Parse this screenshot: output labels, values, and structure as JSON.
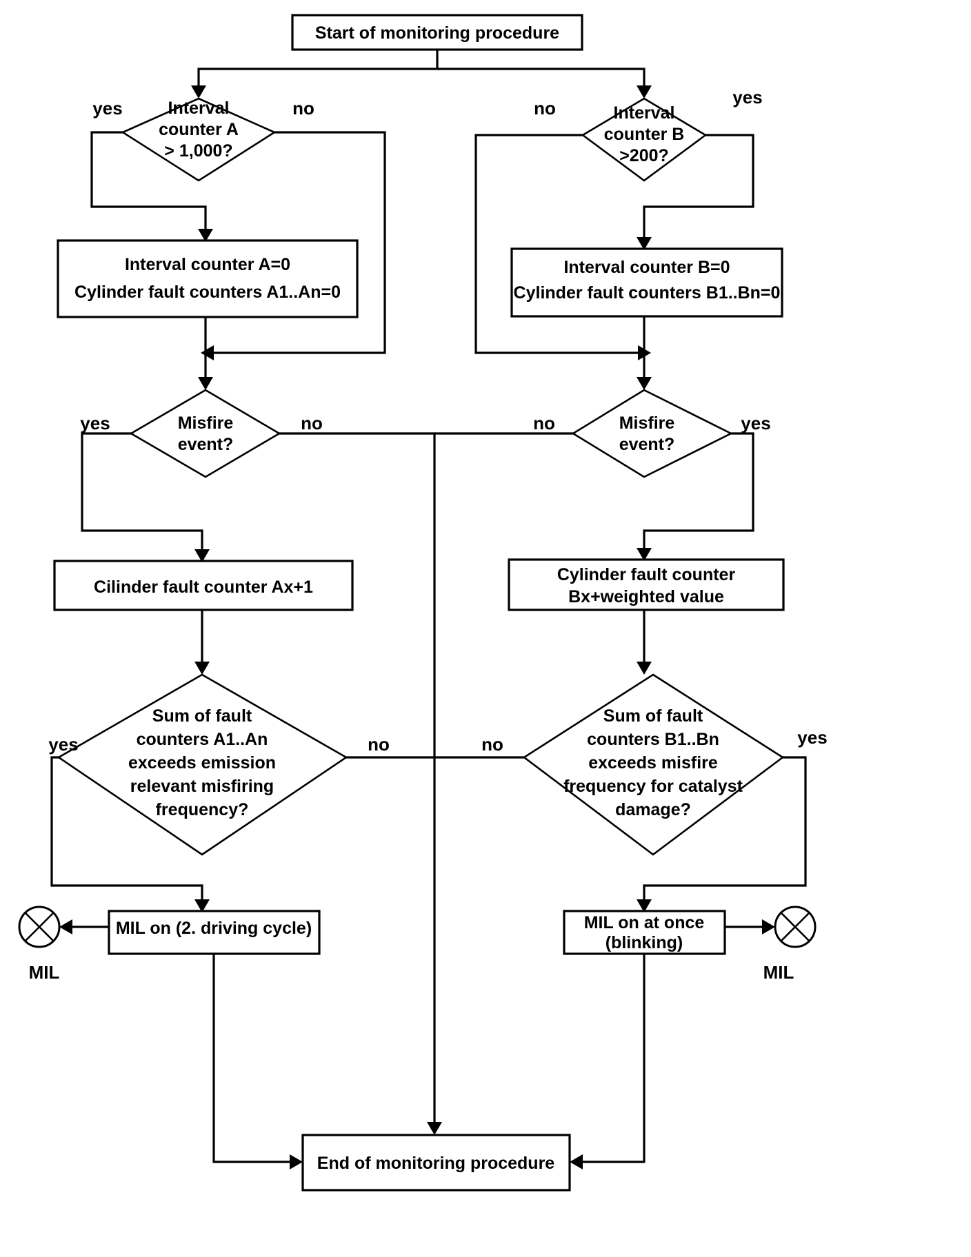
{
  "diagram": {
    "title": "Misfire monitoring procedure flowchart",
    "colors": {
      "stroke": "#000000",
      "fill": "#ffffff",
      "text": "#000000"
    }
  },
  "nodes": {
    "start": {
      "type": "process",
      "label": "Start of monitoring procedure"
    },
    "decision_interval_a": {
      "type": "decision",
      "lines": [
        "Interval",
        "counter A",
        "> 1,000?"
      ],
      "yes_label": "yes",
      "no_label": "no"
    },
    "decision_interval_b": {
      "type": "decision",
      "lines": [
        "Interval",
        "counter B",
        ">200?"
      ],
      "yes_label": "yes",
      "no_label": "no"
    },
    "reset_a": {
      "type": "process",
      "lines": [
        "Interval counter A=0",
        "Cylinder fault counters A1..An=0"
      ]
    },
    "reset_b": {
      "type": "process",
      "lines": [
        "Interval counter B=0",
        "Cylinder fault counters B1..Bn=0"
      ]
    },
    "misfire_a": {
      "type": "decision",
      "lines": [
        "Misfire",
        "event?"
      ],
      "yes_label": "yes",
      "no_label": "no"
    },
    "misfire_b": {
      "type": "decision",
      "lines": [
        "Misfire",
        "event?"
      ],
      "yes_label": "yes",
      "no_label": "no"
    },
    "counter_a_inc": {
      "type": "process",
      "lines": [
        "Cilinder fault counter Ax+1"
      ]
    },
    "counter_b_inc": {
      "type": "process",
      "lines": [
        "Cylinder fault counter",
        "Bx+weighted value"
      ]
    },
    "sum_a": {
      "type": "decision",
      "lines": [
        "Sum of  fault",
        "counters A1..An",
        "exceeds emission",
        "relevant misfiring",
        "frequency?"
      ],
      "yes_label": "yes",
      "no_label": "no"
    },
    "sum_b": {
      "type": "decision",
      "lines": [
        "Sum of  fault",
        "counters B1..Bn",
        "exceeds misfire",
        "frequency for catalyst",
        "damage?"
      ],
      "yes_label": "yes",
      "no_label": "no"
    },
    "mil_on_cycle": {
      "type": "process",
      "lines": [
        "MIL on (2. driving cycle)"
      ]
    },
    "mil_on_once": {
      "type": "process",
      "lines": [
        "MIL on at once",
        "(blinking)"
      ]
    },
    "mil_lamp_left": {
      "type": "symbol",
      "label": "MIL",
      "icon": "mil-lamp-icon"
    },
    "mil_lamp_right": {
      "type": "symbol",
      "label": "MIL",
      "icon": "mil-lamp-icon"
    },
    "end": {
      "type": "process",
      "label": "End of monitoring procedure"
    }
  },
  "edge_labels": {
    "a_yes": "yes",
    "a_no": "no",
    "b_no": "no",
    "b_yes": "yes",
    "misfire_a_yes": "yes",
    "misfire_a_no": "no",
    "misfire_b_no": "no",
    "misfire_b_yes": "yes",
    "sum_a_yes": "yes",
    "sum_a_no": "no",
    "sum_b_no": "no",
    "sum_b_yes": "yes"
  }
}
